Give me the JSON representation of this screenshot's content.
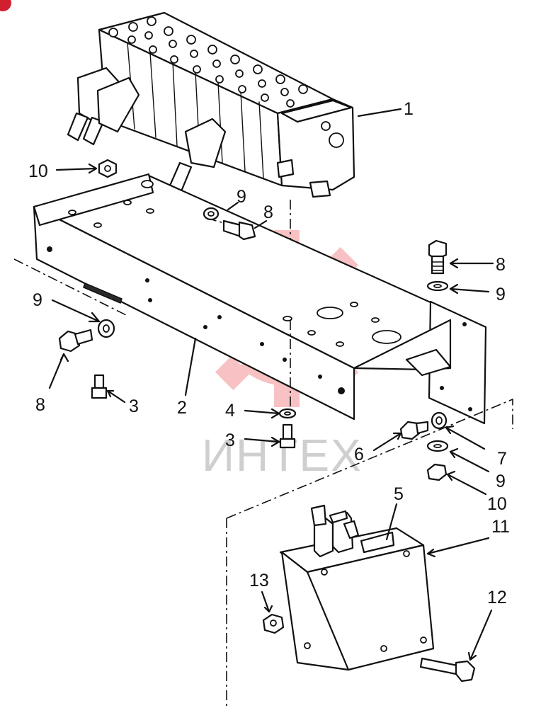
{
  "watermark": {
    "text": "ИНТЕХ",
    "color": "#e8272f"
  },
  "labels": [
    {
      "id": "l1",
      "text": "1"
    },
    {
      "id": "l2",
      "text": "2"
    },
    {
      "id": "l3a",
      "text": "3"
    },
    {
      "id": "l3b",
      "text": "3"
    },
    {
      "id": "l4",
      "text": "4"
    },
    {
      "id": "l5",
      "text": "5"
    },
    {
      "id": "l6",
      "text": "6"
    },
    {
      "id": "l7",
      "text": "7"
    },
    {
      "id": "l8a",
      "text": "8"
    },
    {
      "id": "l8b",
      "text": "8"
    },
    {
      "id": "l8c",
      "text": "8"
    },
    {
      "id": "l9a",
      "text": "9"
    },
    {
      "id": "l9b",
      "text": "9"
    },
    {
      "id": "l9c",
      "text": "9"
    },
    {
      "id": "l9d",
      "text": "9"
    },
    {
      "id": "l10a",
      "text": "10"
    },
    {
      "id": "l10b",
      "text": "10"
    },
    {
      "id": "l11",
      "text": "11"
    },
    {
      "id": "l12",
      "text": "12"
    },
    {
      "id": "l13",
      "text": "13"
    }
  ],
  "badge": {
    "color": "#d11f2f"
  }
}
